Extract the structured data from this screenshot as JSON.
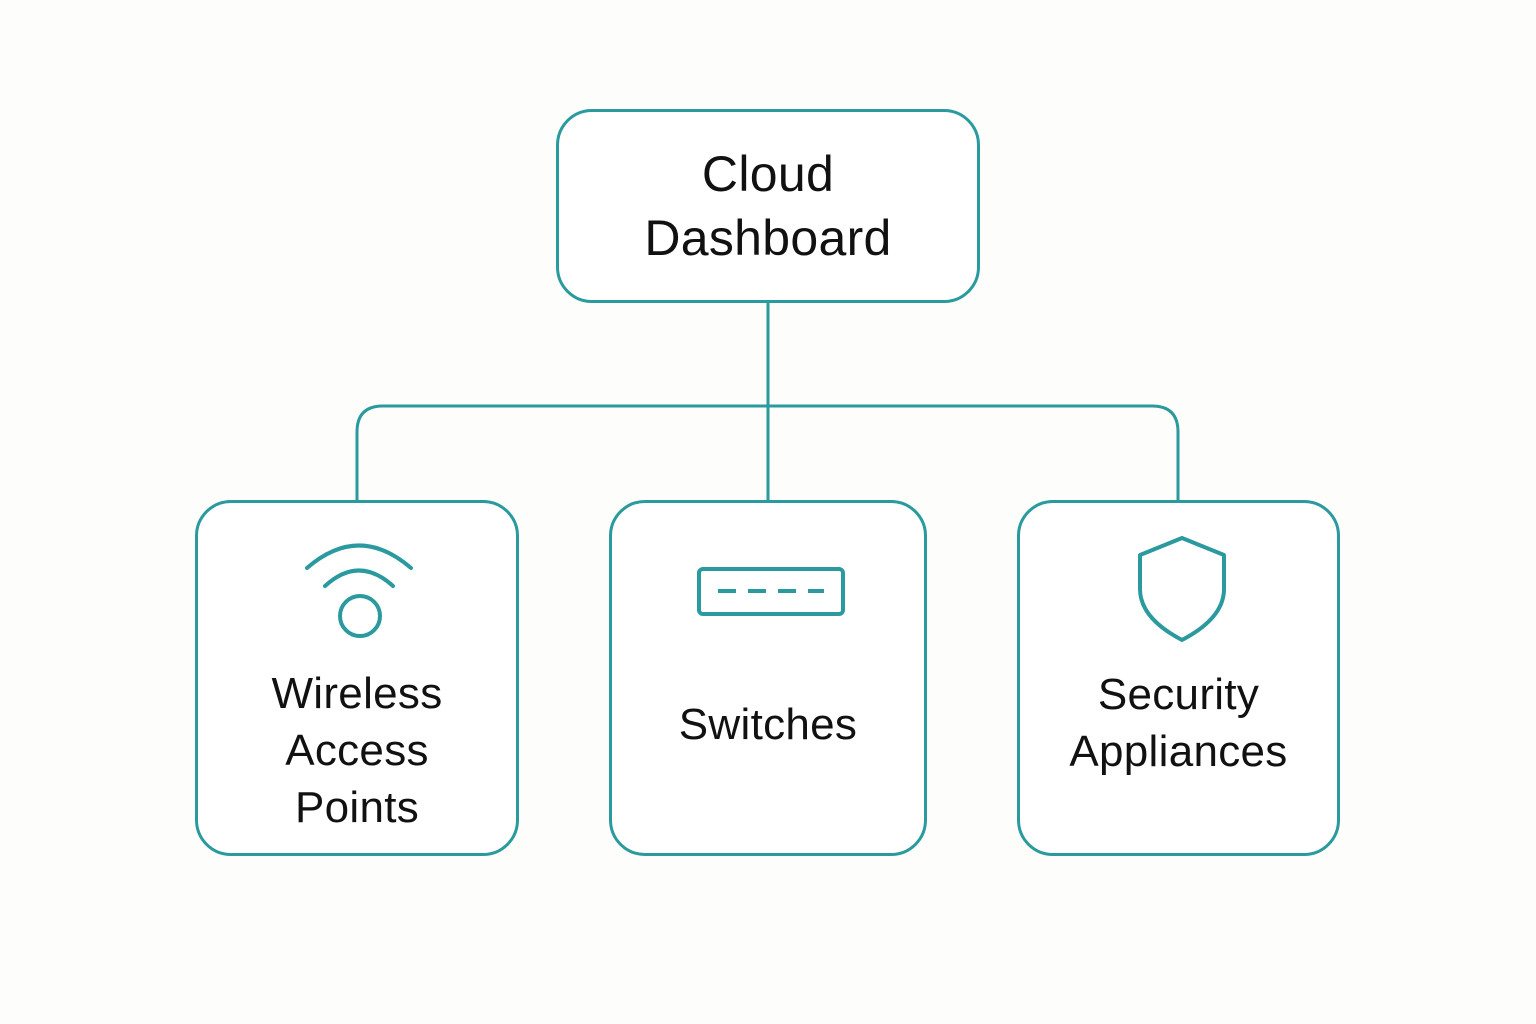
{
  "diagram": {
    "accent_color": "#2a9a9e",
    "root": {
      "label": "Cloud\nDashboard"
    },
    "children": [
      {
        "label": "Wireless\nAccess\nPoints",
        "icon": "wifi-icon"
      },
      {
        "label": "Switches",
        "icon": "network-switch-icon"
      },
      {
        "label": "Security\nAppliances",
        "icon": "shield-icon"
      }
    ]
  }
}
